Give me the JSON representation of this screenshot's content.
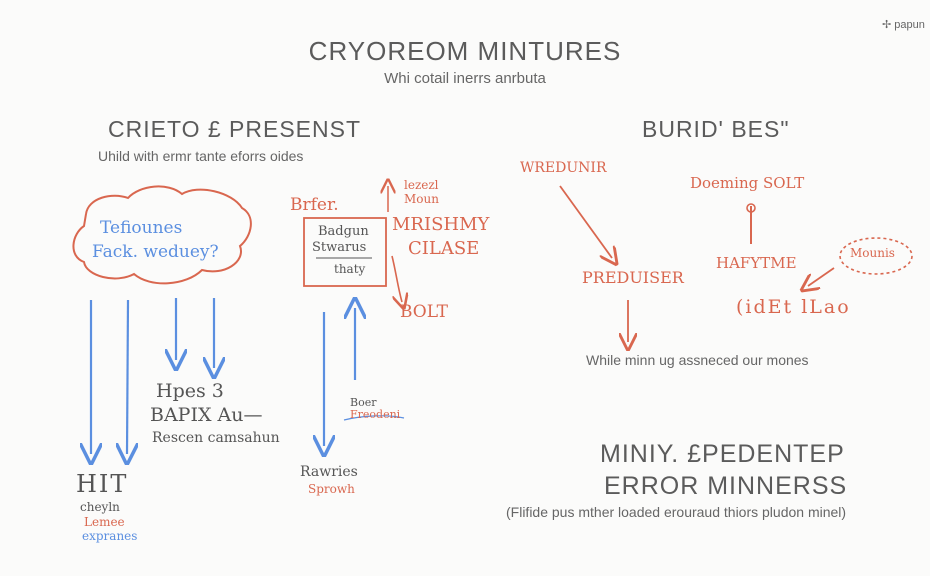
{
  "corner": {
    "icon": "sparkle-icon",
    "label": "papun"
  },
  "header": {
    "title": "CRYOREOM MINTURES",
    "subtitle": "Whi cotail inerrs anrbuta"
  },
  "left_section": {
    "title": "CRIETO £ PRESENST",
    "subtitle": "Uhild with ermr tante eforrs oides",
    "cloud_lines": [
      "Tefiounes",
      "Fack. weduey?"
    ],
    "bubble_label": "Brfer.",
    "box_lines": [
      "Badgun",
      "Stwarus",
      "thaty"
    ],
    "marginal_labels": [
      "lezezl",
      "Moun"
    ],
    "side_note_lines": [
      "MRISHMY",
      "CILASE"
    ],
    "bolt_label": "BOLT",
    "middle_text_lines": [
      "Hpes 3",
      "BAPIX Au—",
      "Rescen camsahun"
    ],
    "bottom_left_lines": [
      "HIT",
      "cheyln",
      "Lemee",
      "expranes"
    ],
    "small_tag_top": "Boer",
    "small_tag_bottom": "Freodeni",
    "bottom_center_lines": [
      "Rawries",
      "Sprowh"
    ]
  },
  "right_section": {
    "title": "BURID' BES\"",
    "start_label": "WREDUNIR",
    "end_label": "PREDUISER",
    "doemain_label": "Doeming SOLT",
    "hafy_label": "HAFYTME",
    "cloud_label": "Mounis",
    "formula_text": "(idEt lLao",
    "caption": "While minn ug assneced our mones"
  },
  "footer": {
    "title_line1": "MINIY. £PEDENTEP",
    "title_line2": "ERROR MINNERSS",
    "caption": "(Flifide pus mther loaded erouraud thiors pludon minel)"
  },
  "colors": {
    "red": "#d9674f",
    "blue": "#5b8fe0",
    "grey": "#5b5b5b"
  }
}
